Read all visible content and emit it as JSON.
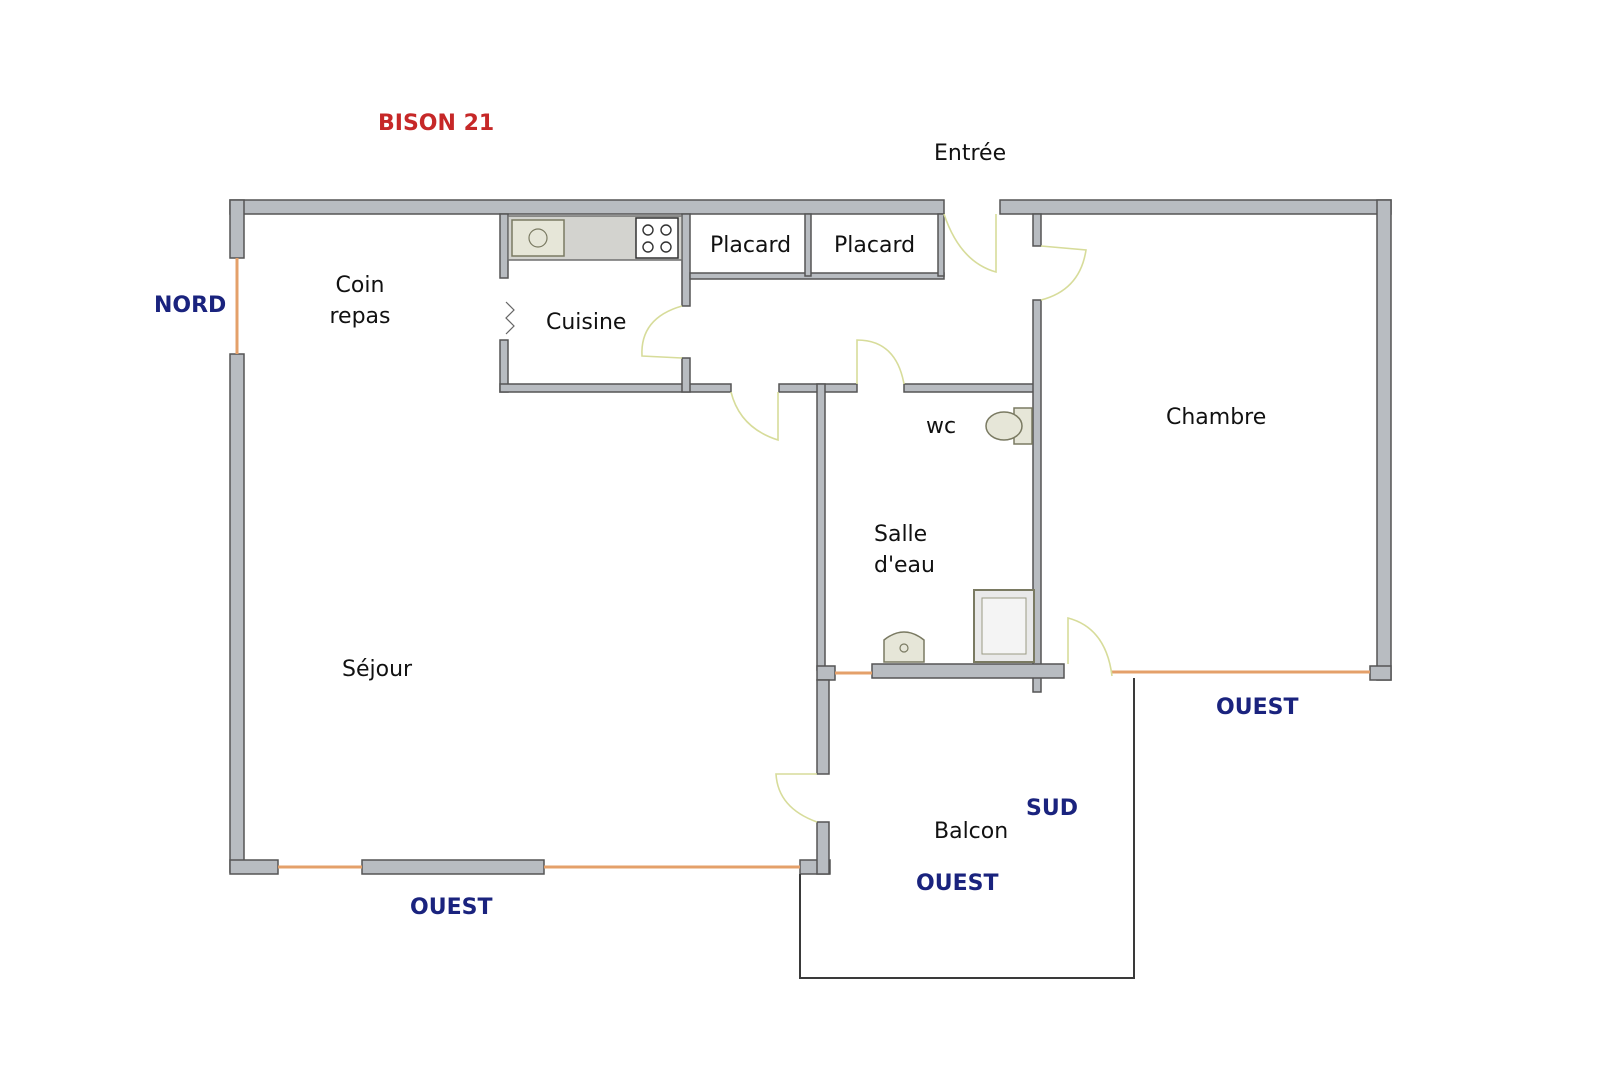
{
  "title": "BISON 21",
  "rooms": {
    "entree": "Entrée",
    "coin_line1": "Coin",
    "coin_line2": "repas",
    "cuisine": "Cuisine",
    "placard_1": "Placard",
    "placard_2": "Placard",
    "wc": "wc",
    "salle_line1": "Salle",
    "salle_line2": "d'eau",
    "sejour": "Séjour",
    "chambre": "Chambre",
    "balcon": "Balcon"
  },
  "orientations": {
    "nord": "NORD",
    "ouest_sejour": "OUEST",
    "ouest_chambre": "OUEST",
    "ouest_balcon": "OUEST",
    "sud": "SUD"
  },
  "colors": {
    "title": "#c62828",
    "orientation": "#1a237e",
    "wall": "#b8bcc1",
    "window": "#e4a06a"
  }
}
